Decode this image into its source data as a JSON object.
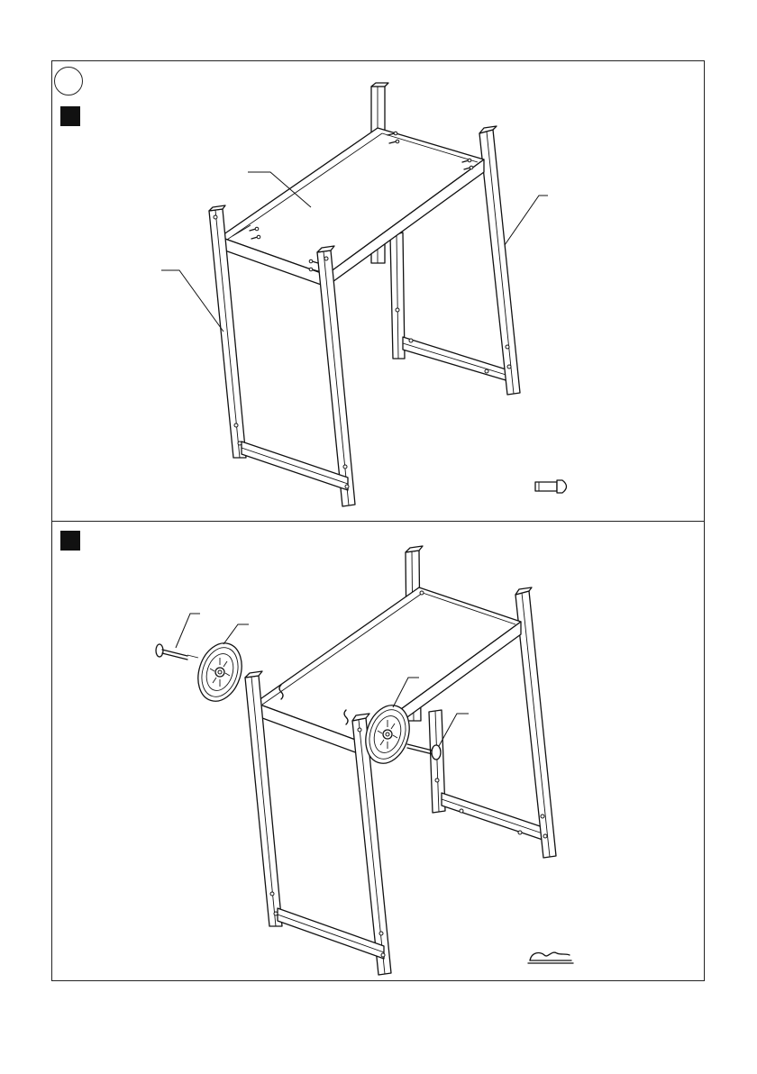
{
  "step_indicator": {
    "shape": "circle",
    "text": ""
  },
  "substeps": [
    {
      "id": "a",
      "marker": "black-square",
      "label": ""
    },
    {
      "id": "b",
      "marker": "black-square",
      "label": ""
    }
  ],
  "part_labels": {
    "top": [
      "",
      "",
      ""
    ],
    "bottom": [
      "",
      "",
      "",
      ""
    ]
  },
  "hardware": {
    "top": {
      "icon": "bolt-icon",
      "quantity_text": ""
    },
    "bottom": {
      "icon": "hairpin-clip-icon",
      "quantity_text": ""
    }
  },
  "colors": {
    "line": "#111111",
    "background": "#ffffff"
  }
}
